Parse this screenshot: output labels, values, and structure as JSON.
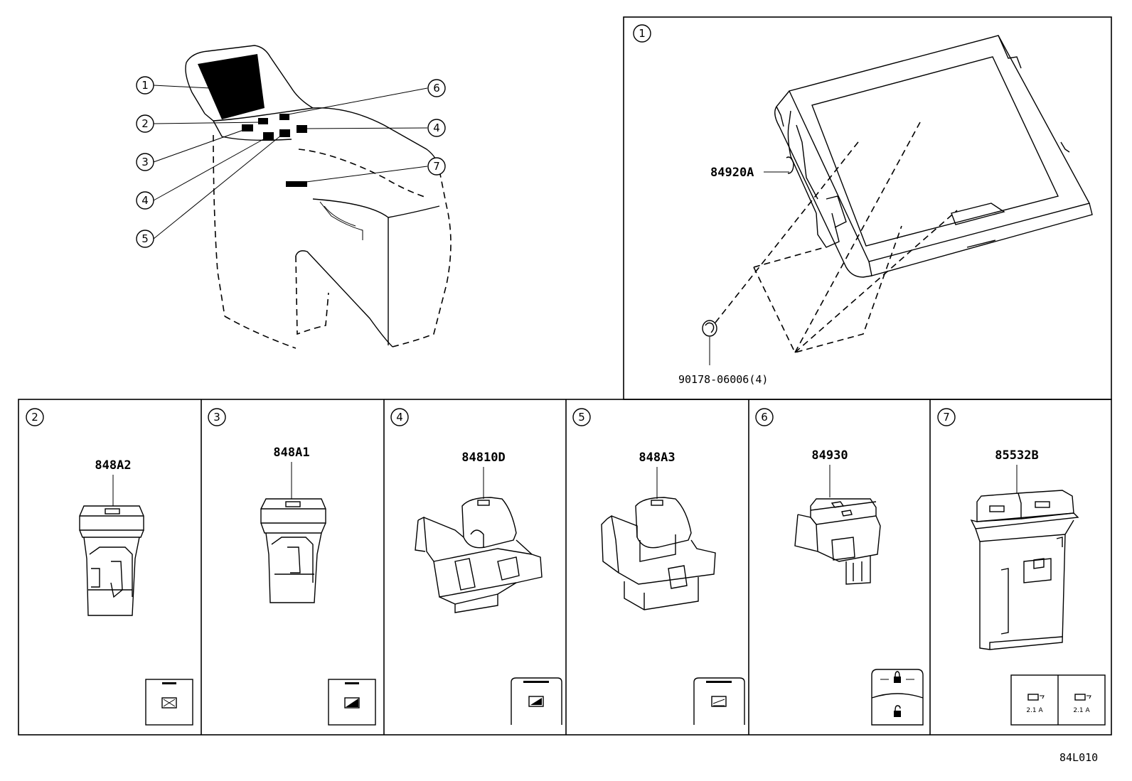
{
  "overview": {
    "callouts": [
      "1",
      "2",
      "3",
      "4",
      "5",
      "6",
      "7"
    ],
    "callout_left": [
      "1",
      "2",
      "3",
      "4",
      "5"
    ],
    "callout_right": [
      "6",
      "4",
      "7"
    ]
  },
  "detail_1": {
    "callout": "1",
    "parts": [
      "84920A",
      "90178-06006(4)"
    ]
  },
  "panels": [
    {
      "callout": "2",
      "part": "848A2"
    },
    {
      "callout": "3",
      "part": "848A1"
    },
    {
      "callout": "4",
      "part": "84810D"
    },
    {
      "callout": "5",
      "part": "848A3"
    },
    {
      "callout": "6",
      "part": "84930"
    },
    {
      "callout": "7",
      "part": "85532B"
    }
  ],
  "usb_labels": [
    "2.1 A",
    "2.1 A"
  ],
  "diagram_code": "84L010"
}
